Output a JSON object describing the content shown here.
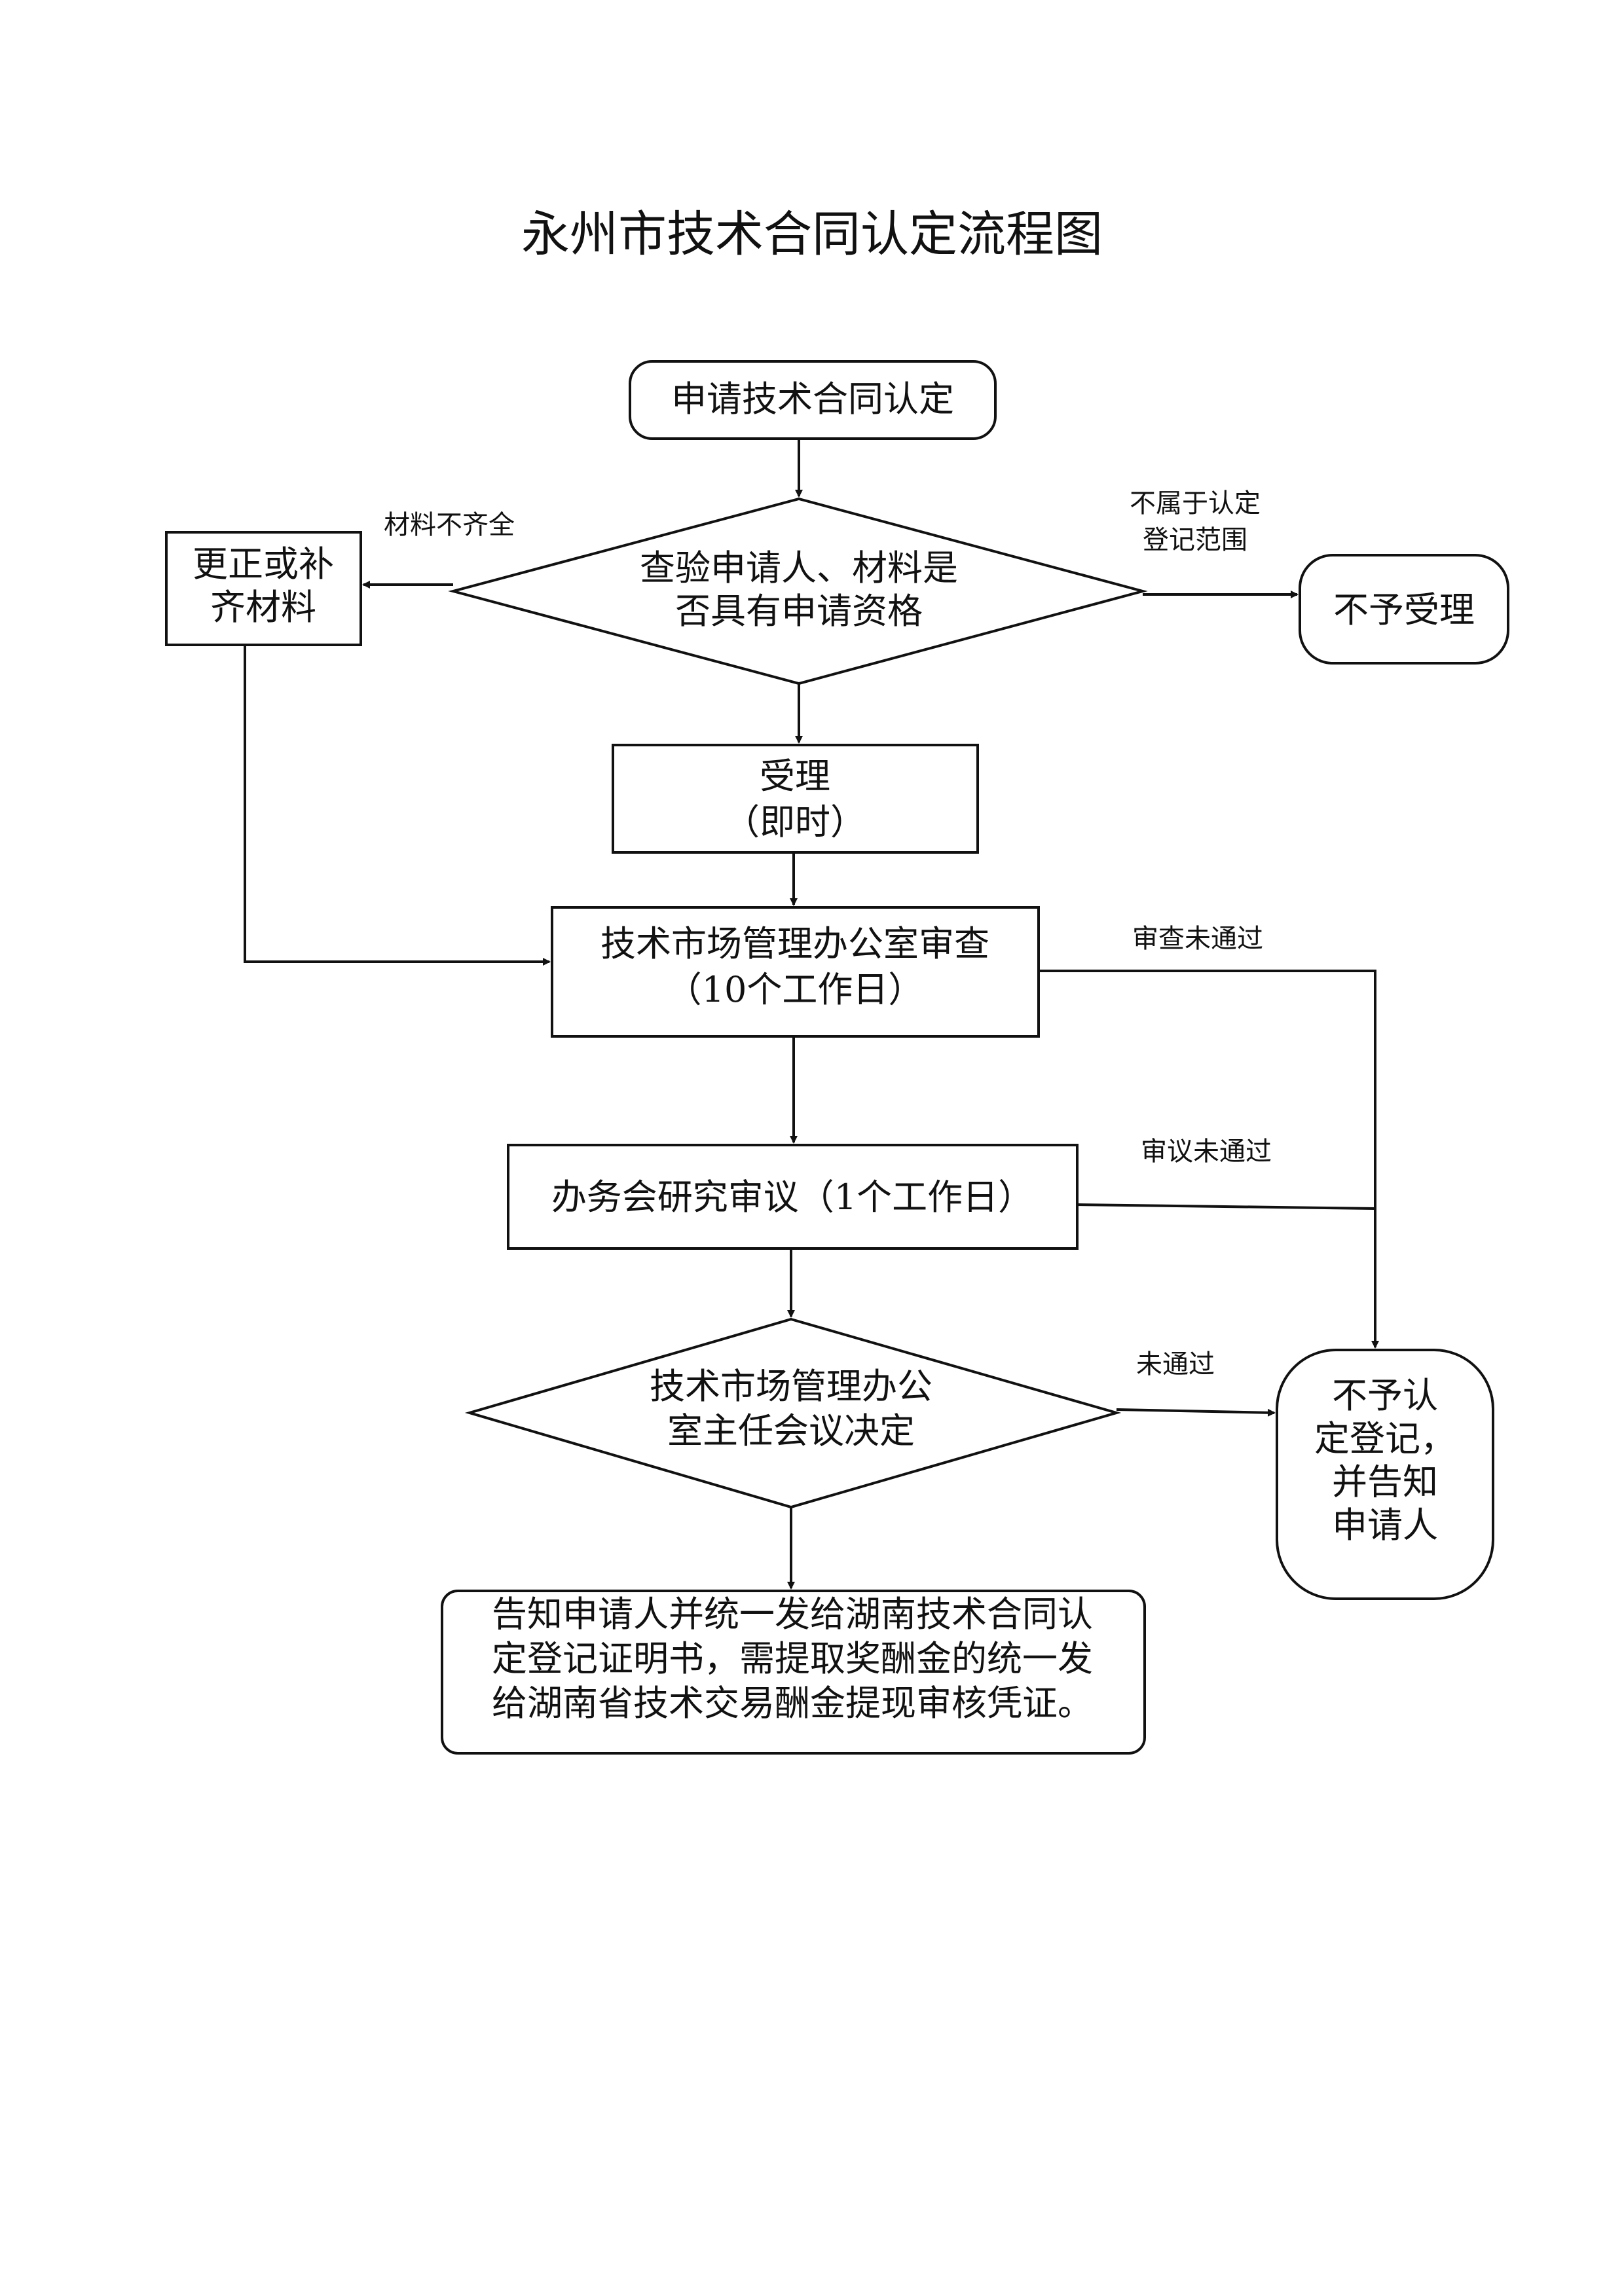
{
  "title": "永州市技术合同认定流程图",
  "nodes": {
    "apply": {
      "lines": [
        "申请技术合同认定"
      ]
    },
    "check": {
      "lines": [
        "查验申请人、材料是",
        "否具有申请资格"
      ]
    },
    "supplement": {
      "lines": [
        "更正或补",
        "齐材料"
      ]
    },
    "reject_accept": {
      "lines": [
        "不予受理"
      ]
    },
    "accept": {
      "lines": [
        "受理",
        "（即时）"
      ]
    },
    "review": {
      "lines": [
        "技术市场管理办公室审查",
        "（10个工作日）"
      ]
    },
    "meeting": {
      "lines": [
        "办务会研究审议（1个工作日）"
      ]
    },
    "director": {
      "lines": [
        "技术市场管理办公",
        "室主任会议决定"
      ]
    },
    "reject_register": {
      "lines": [
        "不予认",
        "定登记，",
        "并告知",
        "申请人"
      ]
    },
    "notify": {
      "lines": [
        "告知申请人并统一发给湖南技术合同认",
        "定登记证明书，需提取奖酬金的统一发",
        "给湖南省技术交易酬金提现审核凭证。"
      ]
    }
  },
  "edges": {
    "incomplete": {
      "lines": [
        "材料不齐全"
      ]
    },
    "out_of_scope": {
      "lines": [
        "不属于认定",
        "登记范围"
      ]
    },
    "review_failed": {
      "lines": [
        "审查未通过"
      ]
    },
    "meeting_failed": {
      "lines": [
        "审议未通过"
      ]
    },
    "not_passed": {
      "lines": [
        "未通过"
      ]
    }
  }
}
